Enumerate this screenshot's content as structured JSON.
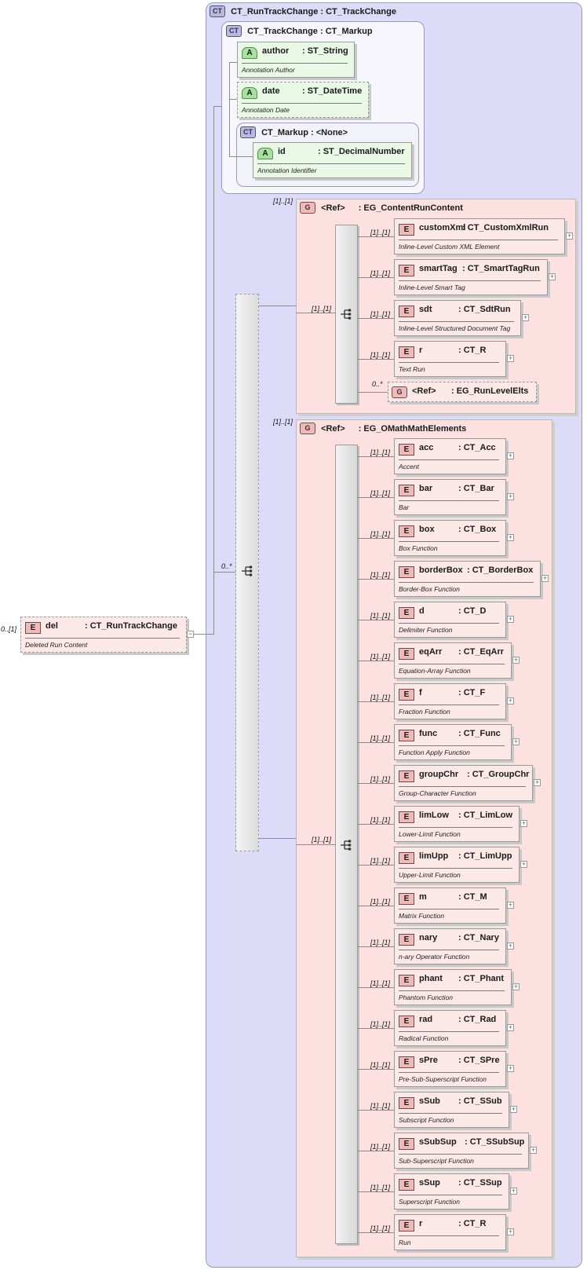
{
  "root": {
    "name": "del",
    "type": ": CT_RunTrackChange",
    "desc": "Deleted Run Content",
    "card": "0..[1]",
    "collapse_glyph": "−"
  },
  "ct_outer": {
    "badge": "CT",
    "title": "CT_RunTrackChange : CT_TrackChange"
  },
  "ct_trackchange": {
    "badge": "CT",
    "title": "CT_TrackChange : CT_Markup"
  },
  "ct_markup": {
    "badge": "CT",
    "title": "CT_Markup : <None>"
  },
  "attributes": [
    {
      "name": "author",
      "type": ": ST_String",
      "desc": "Annotation Author"
    },
    {
      "name": "date",
      "type": ": ST_DateTime",
      "desc": "Annotation Date"
    },
    {
      "name": "id",
      "type": ": ST_DecimalNumber",
      "desc": "Annotation Identifier"
    }
  ],
  "attr_badge": "A",
  "elem_badge": "E",
  "group_badge": "G",
  "expand_glyph": "+",
  "choice_card": "0..*",
  "group_content": {
    "ref": "<Ref>",
    "name": ": EG_ContentRunContent",
    "card": "[1]..[1]",
    "branch_card": "[1]..[1]",
    "items": [
      {
        "name": "customXml",
        "type": ": CT_CustomXmlRun",
        "desc": "Inline-Level Custom XML Element",
        "card": "[1]..[1]"
      },
      {
        "name": "smartTag",
        "type": ": CT_SmartTagRun",
        "desc": "Inline-Level Smart Tag",
        "card": "[1]..[1]"
      },
      {
        "name": "sdt",
        "type": ": CT_SdtRun",
        "desc": "Inline-Level Structured Document Tag",
        "card": "[1]..[1]"
      },
      {
        "name": "r",
        "type": ": CT_R",
        "desc": "Text Run",
        "card": "[1]..[1]"
      }
    ],
    "ref_item": {
      "ref": "<Ref>",
      "name": ": EG_RunLevelElts",
      "card": "0..*"
    }
  },
  "group_math": {
    "ref": "<Ref>",
    "name": ": EG_OMathMathElements",
    "card": "[1]..[1]",
    "branch_card": "[1]..[1]",
    "items": [
      {
        "name": "acc",
        "type": ": CT_Acc",
        "desc": "Accent",
        "card": "[1]..[1]"
      },
      {
        "name": "bar",
        "type": ": CT_Bar",
        "desc": "Bar",
        "card": "[1]..[1]"
      },
      {
        "name": "box",
        "type": ": CT_Box",
        "desc": "Box Function",
        "card": "[1]..[1]"
      },
      {
        "name": "borderBox",
        "type": ": CT_BorderBox",
        "desc": "Border-Box Function",
        "card": "[1]..[1]"
      },
      {
        "name": "d",
        "type": ": CT_D",
        "desc": "Delimiter Function",
        "card": "[1]..[1]"
      },
      {
        "name": "eqArr",
        "type": ": CT_EqArr",
        "desc": "Equation-Array Function",
        "card": "[1]..[1]"
      },
      {
        "name": "f",
        "type": ": CT_F",
        "desc": "Fraction Function",
        "card": "[1]..[1]"
      },
      {
        "name": "func",
        "type": ": CT_Func",
        "desc": "Function Apply Function",
        "card": "[1]..[1]"
      },
      {
        "name": "groupChr",
        "type": ": CT_GroupChr",
        "desc": "Group-Character Function",
        "card": "[1]..[1]"
      },
      {
        "name": "limLow",
        "type": ": CT_LimLow",
        "desc": "Lower-Limit Function",
        "card": "[1]..[1]"
      },
      {
        "name": "limUpp",
        "type": ": CT_LimUpp",
        "desc": "Upper-Limit Function",
        "card": "[1]..[1]"
      },
      {
        "name": "m",
        "type": ": CT_M",
        "desc": "Matrix Function",
        "card": "[1]..[1]"
      },
      {
        "name": "nary",
        "type": ": CT_Nary",
        "desc": "n-ary Operator Function",
        "card": "[1]..[1]"
      },
      {
        "name": "phant",
        "type": ": CT_Phant",
        "desc": "Phantom Function",
        "card": "[1]..[1]"
      },
      {
        "name": "rad",
        "type": ": CT_Rad",
        "desc": "Radical Function",
        "card": "[1]..[1]"
      },
      {
        "name": "sPre",
        "type": ": CT_SPre",
        "desc": "Pre-Sub-Superscript Function",
        "card": "[1]..[1]"
      },
      {
        "name": "sSub",
        "type": ": CT_SSub",
        "desc": "Subscript Function",
        "card": "[1]..[1]"
      },
      {
        "name": "sSubSup",
        "type": ": CT_SSubSup",
        "desc": "Sub-Superscript Function",
        "card": "[1]..[1]"
      },
      {
        "name": "sSup",
        "type": ": CT_SSup",
        "desc": "Superscript Function",
        "card": "[1]..[1]"
      },
      {
        "name": "r",
        "type": ": CT_R",
        "desc": "Run",
        "card": "[1]..[1]"
      }
    ]
  }
}
